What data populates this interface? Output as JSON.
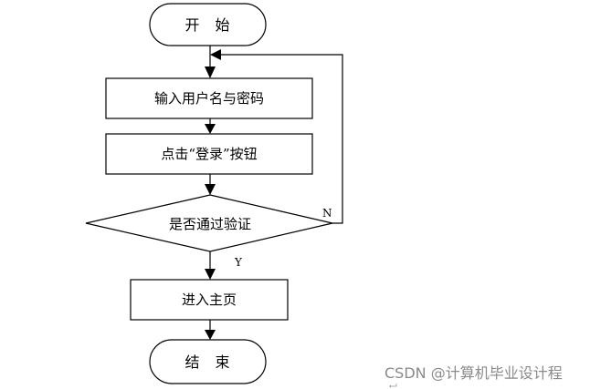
{
  "diagram": {
    "nodes": {
      "start": "开 始",
      "input_credentials": "输入用户名与密码",
      "click_login": "点击“登录”按钮",
      "verify": "是否通过验证",
      "enter_home": "进入主页",
      "end": "结 束"
    },
    "edges": {
      "verify_no": "N",
      "verify_yes": "Y"
    }
  },
  "watermark": {
    "text": "CSDN @计算机毕业设计程"
  }
}
